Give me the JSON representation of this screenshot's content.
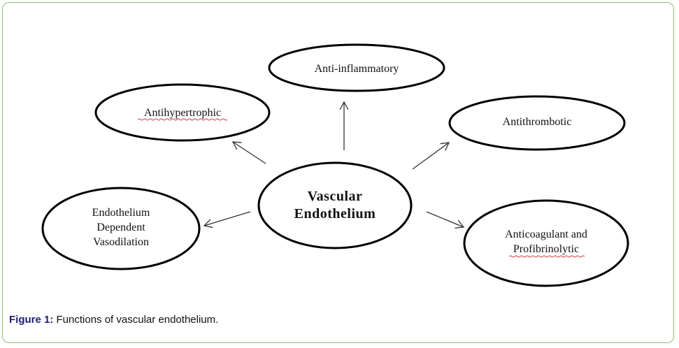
{
  "diagram": {
    "center": {
      "lines": [
        "Vascular",
        "Endothelium"
      ]
    },
    "nodes": [
      {
        "id": "anti-inflammatory",
        "lines": [
          "Anti-inflammatory"
        ],
        "spellcheck_underline": []
      },
      {
        "id": "antihypertrophic",
        "lines": [
          "Antihypertrophic"
        ],
        "spellcheck_underline": [
          0
        ]
      },
      {
        "id": "antithrombotic",
        "lines": [
          "Antithrombotic"
        ],
        "spellcheck_underline": []
      },
      {
        "id": "endothelium-dependent-vasodilation",
        "lines": [
          "Endothelium",
          "Dependent",
          "Vasodilation"
        ],
        "spellcheck_underline": []
      },
      {
        "id": "anticoagulant-profibrinolytic",
        "lines": [
          "Anticoagulant and",
          "Profibrinolytic"
        ],
        "spellcheck_underline": [
          1
        ]
      }
    ],
    "colors": {
      "outline": "#000000",
      "arrow": "#333333",
      "frame": "#8fc06a",
      "spellcheck": "#d23b3b",
      "caption_label": "#1d1d7a"
    }
  },
  "caption": {
    "label": "Figure 1:",
    "text": " Functions of vascular endothelium."
  }
}
